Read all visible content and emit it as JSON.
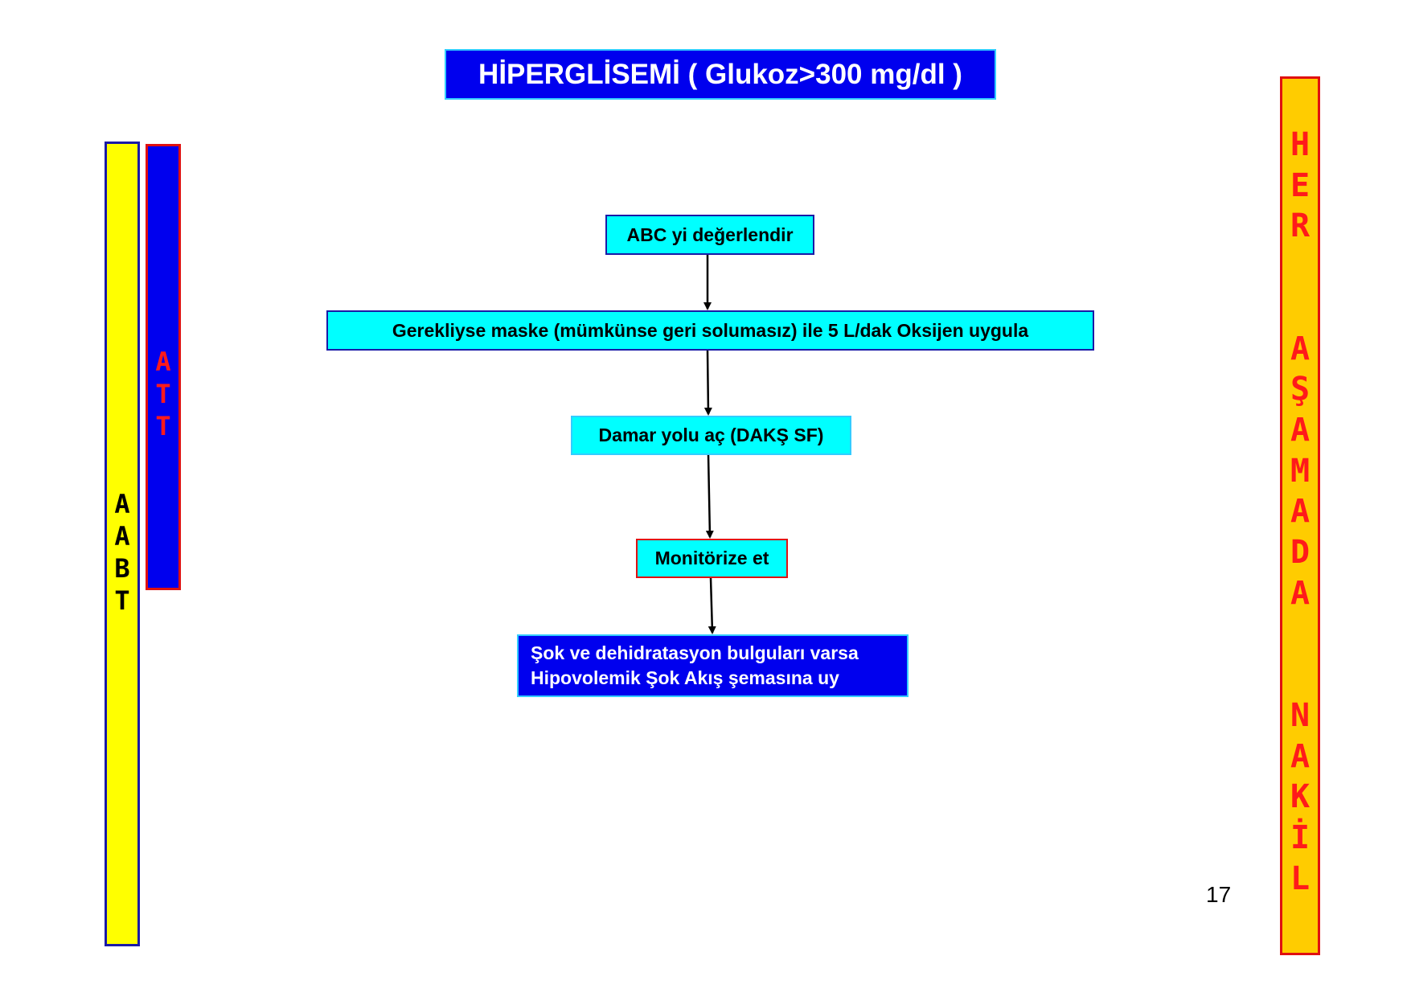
{
  "title": "HİPERGLİSEMİ ( Glukoz>300 mg/dl )",
  "left_bars": {
    "aabt": "A\nA\nB\nT",
    "att": "A\nT\nT"
  },
  "right_bar": {
    "text": "H\nE\nR\n\n\nA\nŞ\nA\nM\nA\nD\nA\n\n\nN\nA\nK\nİ\nL"
  },
  "steps": [
    {
      "label": "ABC yi değerlendir"
    },
    {
      "label": "Gerekliyse maske (mümkünse geri solumasız) ile 5 L/dak Oksijen uygula"
    },
    {
      "label": "Damar yolu aç (DAKŞ SF)"
    },
    {
      "label": "Monitörize et"
    },
    {
      "line1": "Şok ve dehidratasyon bulguları varsa",
      "line2": "Hipovolemik Şok  Akış şemasına uy"
    }
  ],
  "colors": {
    "title_bg": "#0000ee",
    "step_bg": "#00ffff",
    "aabt_bar": "#ffff00",
    "att_bar": "#0000ee",
    "her_bar": "#ffcc00",
    "accent_red": "#ff1a1a"
  },
  "page_number": "17"
}
